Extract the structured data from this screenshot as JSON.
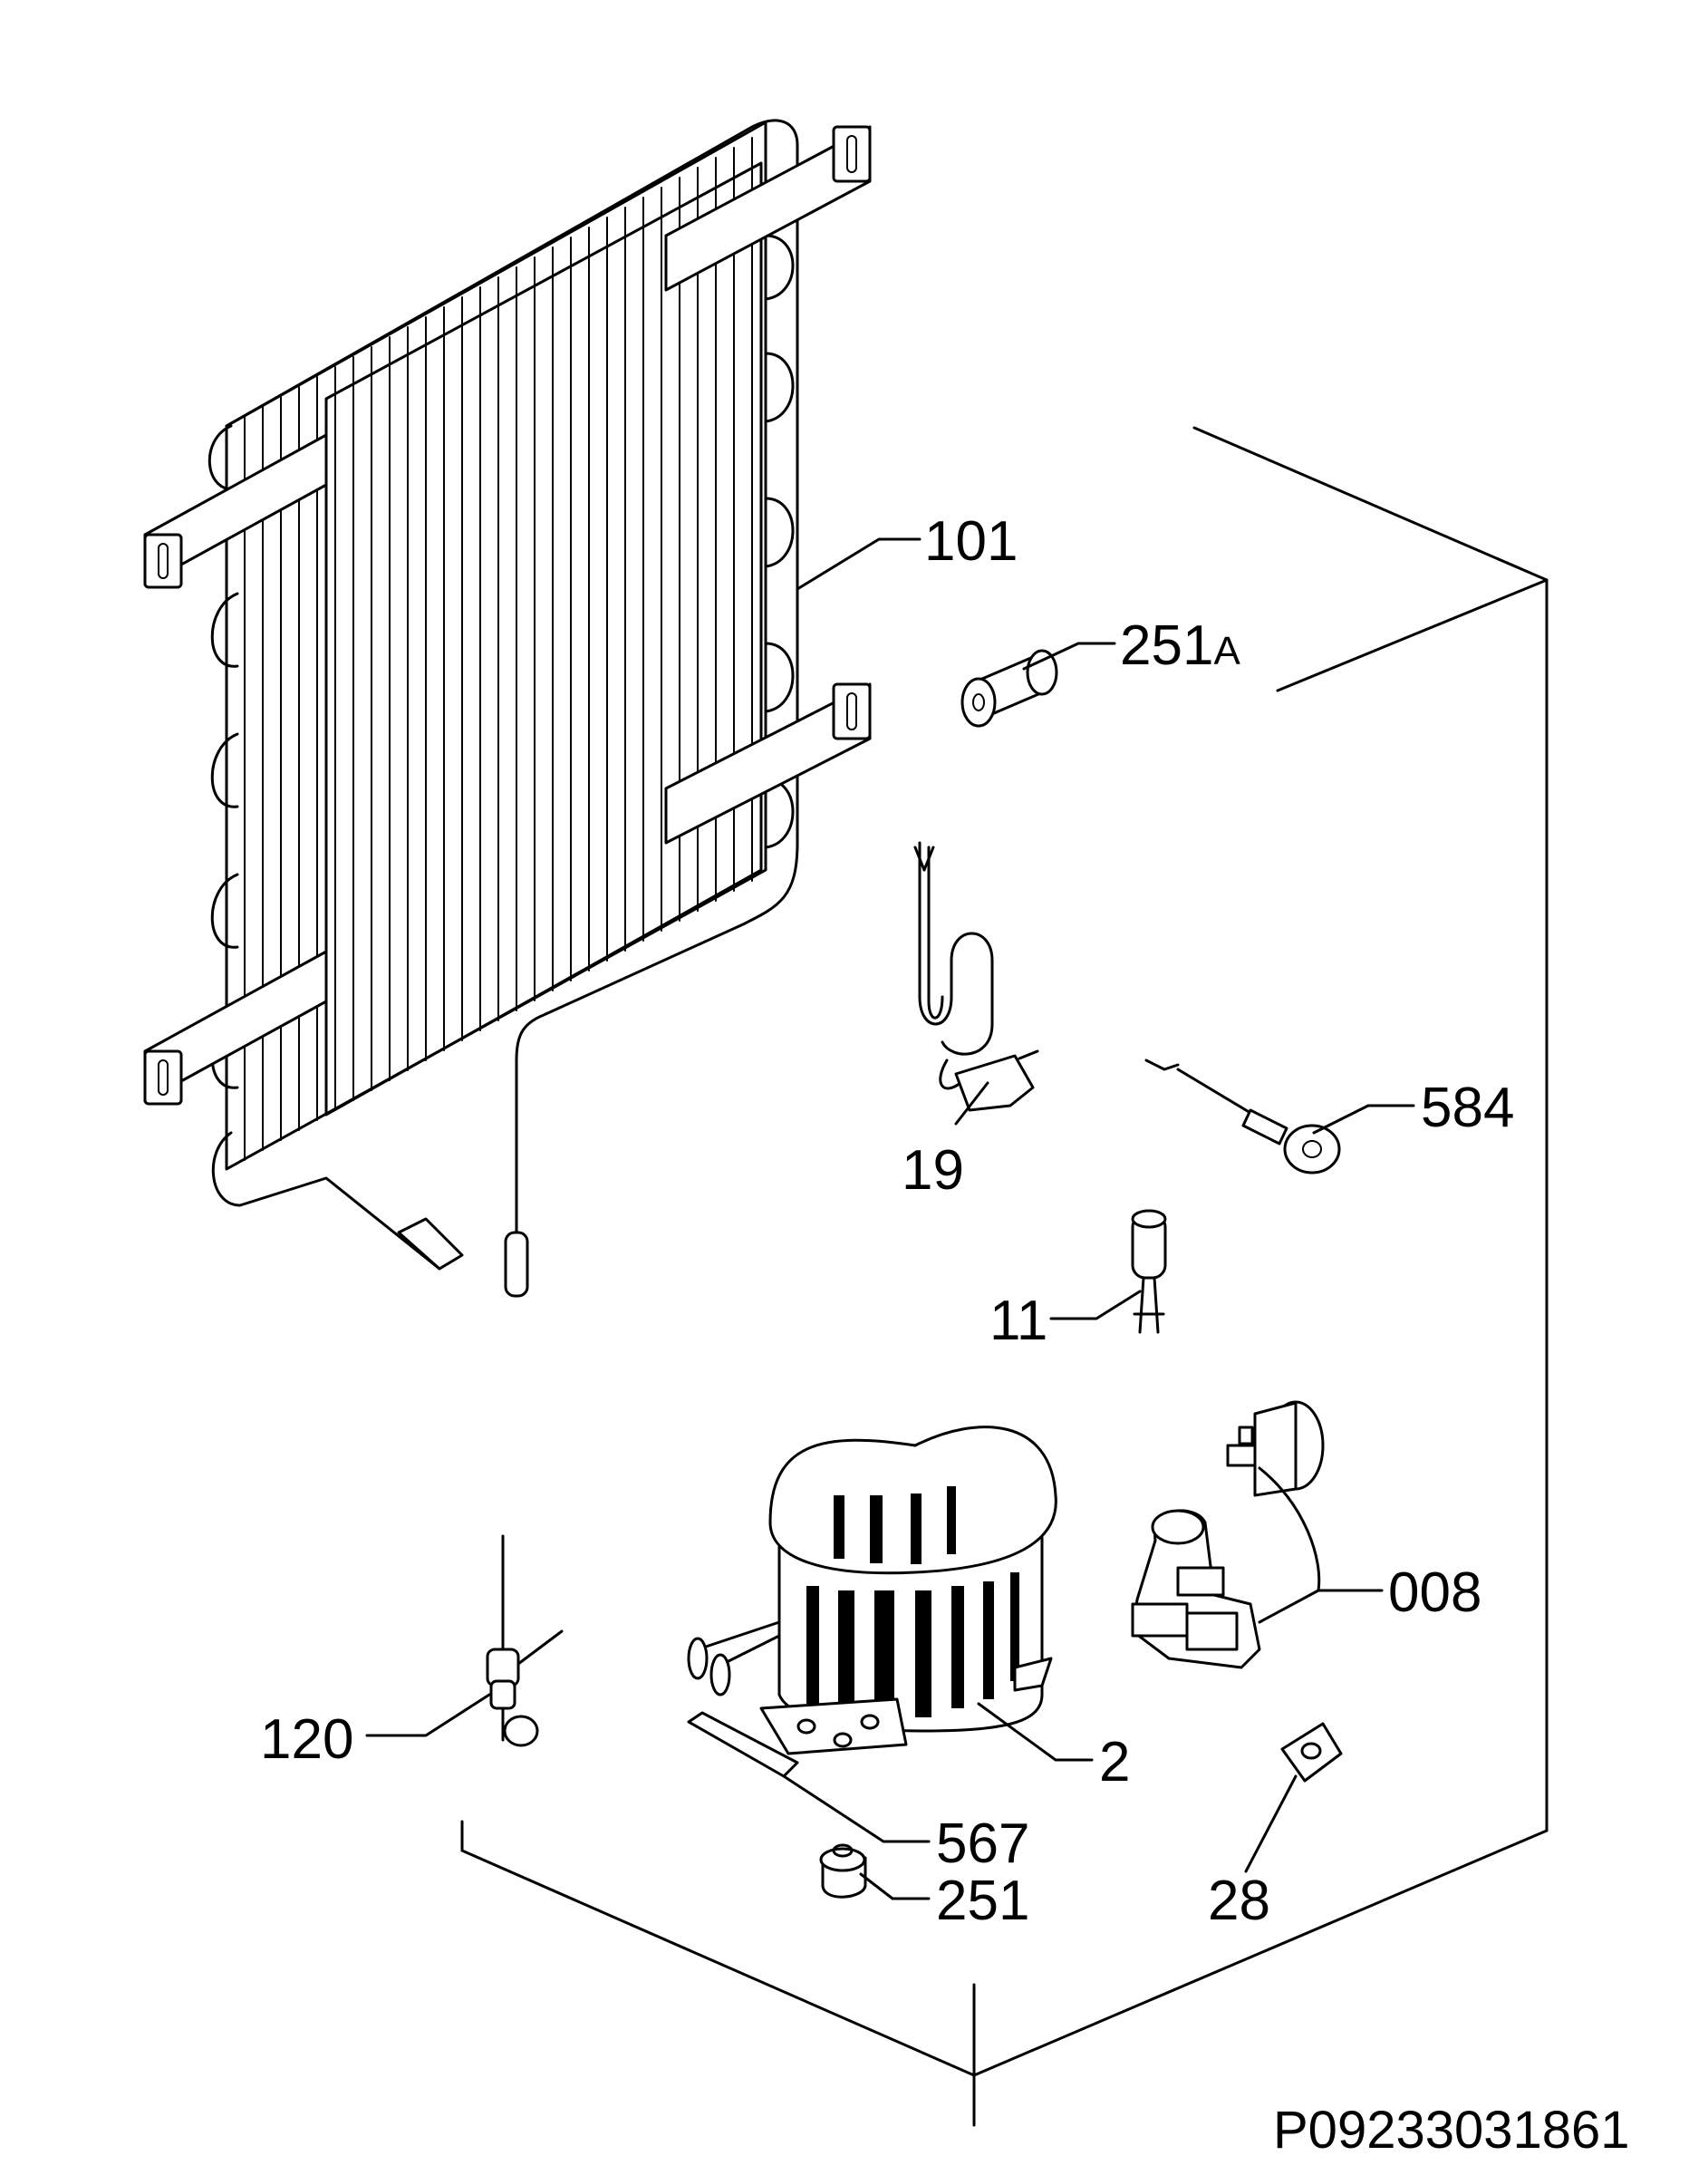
{
  "parts": {
    "condenser": "101",
    "insulation_sleeve": "251",
    "insulation_sleeve_suffix": "A",
    "power_cord": "19",
    "sensor_584": "584",
    "capacitor": "11",
    "relay_set": "008",
    "drier_filter": "120",
    "compressor": "2",
    "mounting_plate": "567",
    "grommet": "251",
    "clip": "28"
  },
  "document_code": "P09233031861"
}
